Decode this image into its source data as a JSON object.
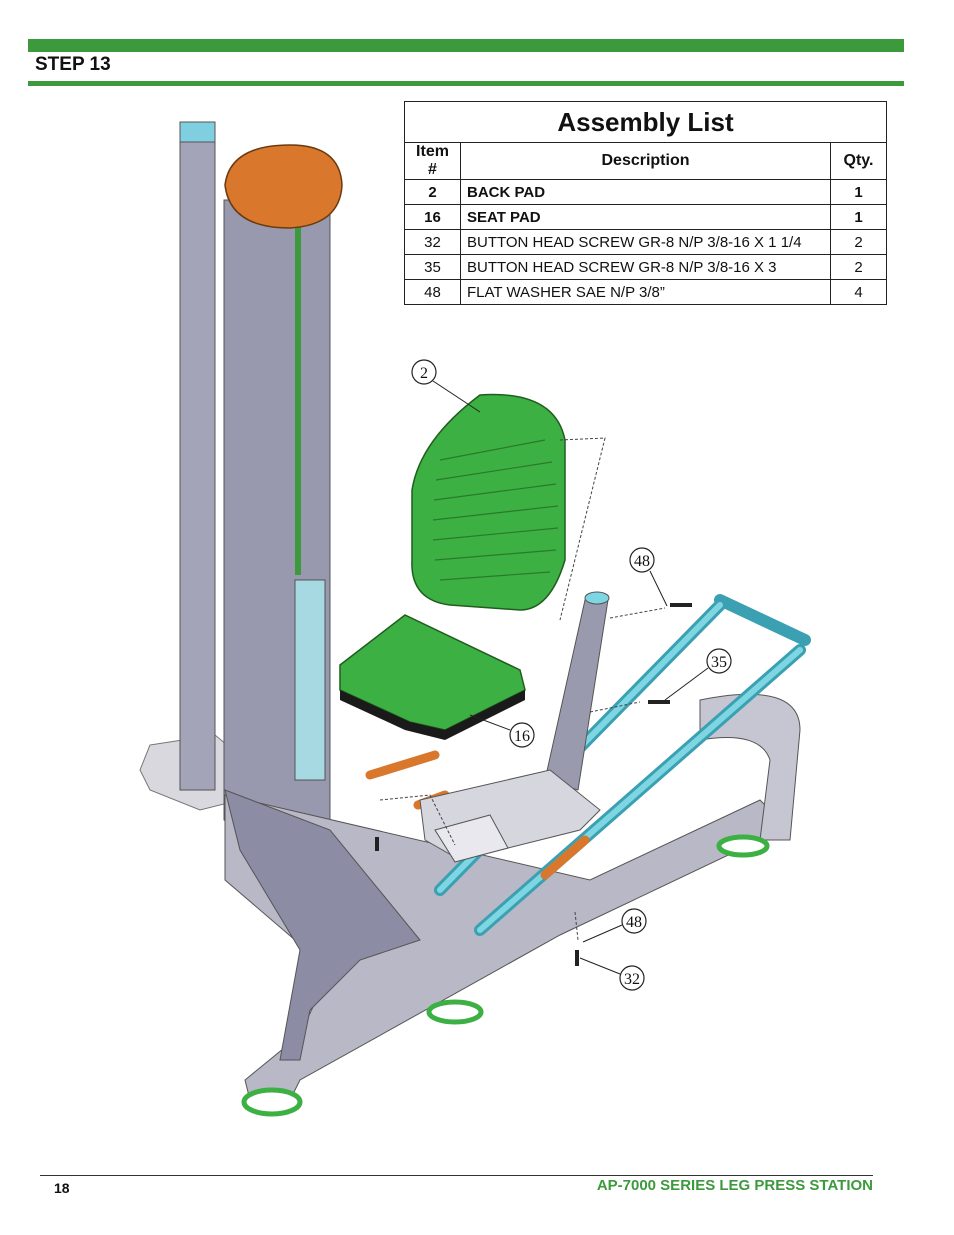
{
  "header": {
    "step_title": "STEP 13"
  },
  "assembly_list": {
    "title": "Assembly List",
    "columns": [
      "Item #",
      "Description",
      "Qty."
    ],
    "rows": [
      {
        "item": "2",
        "description": "BACK PAD",
        "qty": "1",
        "bold": true
      },
      {
        "item": "16",
        "description": "SEAT PAD",
        "qty": "1",
        "bold": true
      },
      {
        "item": "32",
        "description": "BUTTON HEAD SCREW GR-8 N/P 3/8-16 X 1 1/4",
        "qty": "2",
        "bold": false
      },
      {
        "item": "35",
        "description": "BUTTON HEAD SCREW GR-8 N/P 3/8-16 X 3",
        "qty": "2",
        "bold": false
      },
      {
        "item": "48",
        "description": "FLAT WASHER SAE N/P 3/8”",
        "qty": "4",
        "bold": false
      }
    ]
  },
  "callouts": {
    "c2": "2",
    "c48a": "48",
    "c35": "35",
    "c16": "16",
    "c48b": "48",
    "c32": "32"
  },
  "footer": {
    "page_number": "18",
    "doc_title": "AP-7000 SERIES LEG PRESS STATION"
  },
  "colors": {
    "accent_green": "#3c9a3c",
    "pad_green": "#3cb043",
    "frame_gray": "#9a9aae",
    "tube_cyan": "#5cc6d6",
    "handle_orange": "#d9782c"
  }
}
